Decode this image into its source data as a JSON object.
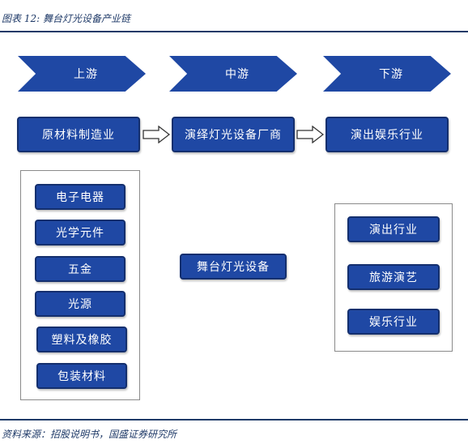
{
  "caption": "图表 12:  舞台灯光设备产业链",
  "stages": [
    {
      "label": "上游"
    },
    {
      "label": "中游"
    },
    {
      "label": "下游"
    }
  ],
  "main_row": [
    "原材料制造业",
    "演绎灯光设备厂商",
    "演出娱乐行业"
  ],
  "upstream_items": [
    "电子电器",
    "光学元件",
    "五金",
    "光源",
    "塑料及橡胶",
    "包装材料"
  ],
  "center_item": "舞台灯光设备",
  "downstream_items": [
    "演出行业",
    "旅游演艺",
    "娱乐行业"
  ],
  "source": "资料来源：招股说明书，国盛证券研究所",
  "colors": {
    "box_fill": "#1F48A4",
    "box_border": "#142F6E",
    "rule": "#1F3A68"
  }
}
